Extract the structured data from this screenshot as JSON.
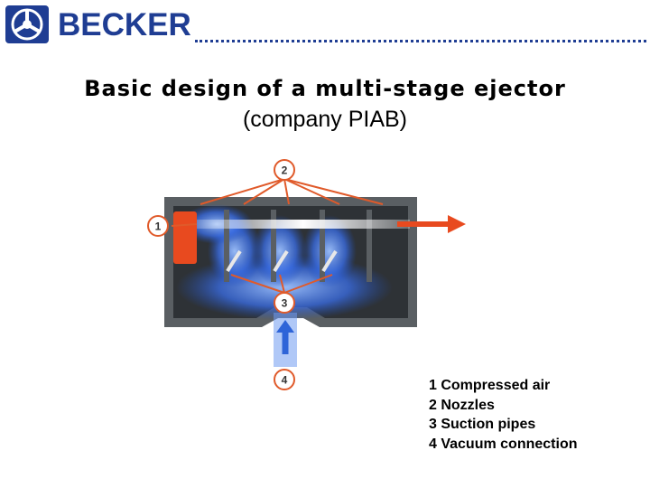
{
  "header": {
    "brand": "BECKER",
    "colors": {
      "brand_blue": "#1f3d93"
    }
  },
  "title": {
    "line1": "Basic design of a multi-stage ejector",
    "line2": "(company PIAB)"
  },
  "diagram": {
    "callouts": [
      "1",
      "2",
      "3",
      "4"
    ],
    "colors": {
      "housing": "#5a5f63",
      "compressed_air": "#e84a1f",
      "flow": "#3a6ee8",
      "callout": "#e05a2a"
    }
  },
  "legend": {
    "items": [
      "1 Compressed air",
      "2 Nozzles",
      "3 Suction pipes",
      "4 Vacuum connection"
    ]
  }
}
